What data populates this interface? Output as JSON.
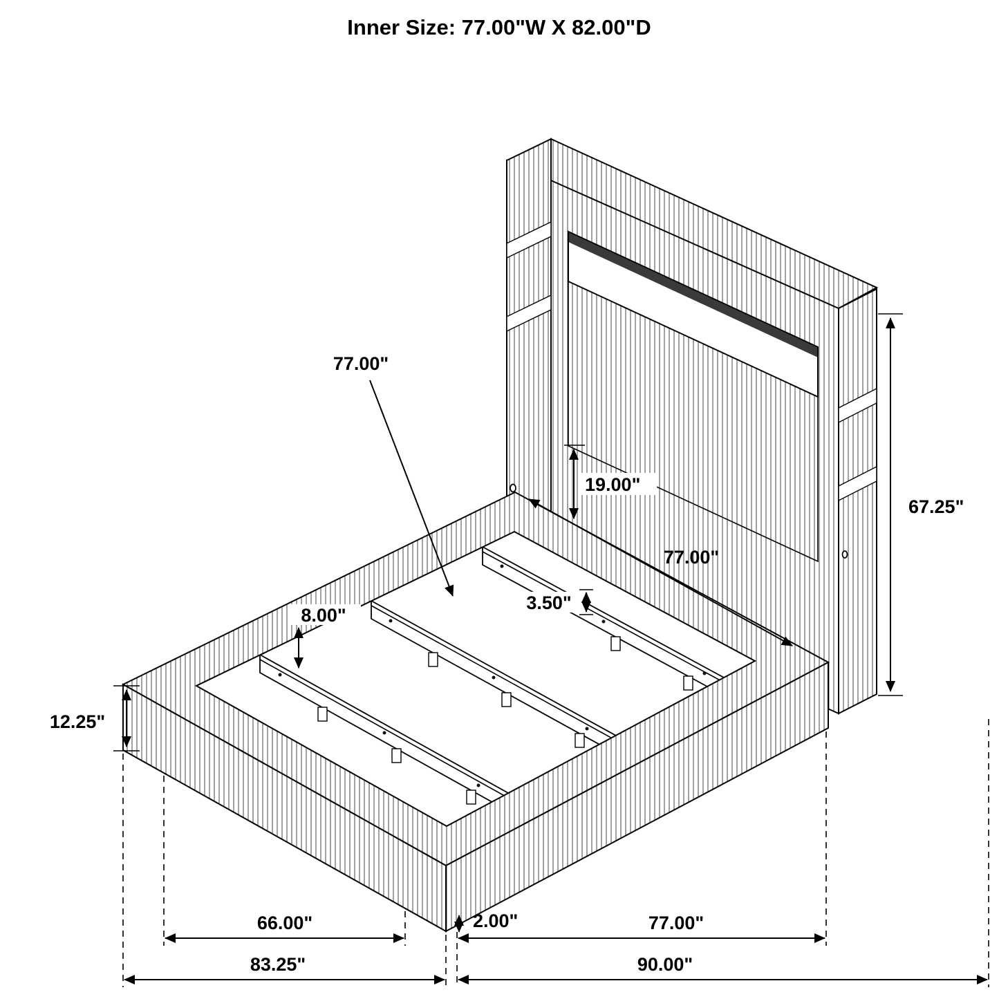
{
  "title": "Inner Size: 77.00\"W X 82.00\"D",
  "colors": {
    "line": "#000000",
    "flute_stripe": "#575757",
    "mirror_shadow": "#3a3a3a"
  },
  "dimensions": {
    "slat_length": "77.00\"",
    "headboard_panel_height": "19.00\"",
    "inner_width": "77.00\"",
    "slat_height": "3.50\"",
    "rail_height": "8.00\"",
    "headboard_height": "67.25\"",
    "base_height": "12.25\"",
    "footboard_inner_span": "66.00\"",
    "frame_offset": "2.00\"",
    "inner_depth_span": "77.00\"",
    "overall_width": "83.25\"",
    "overall_depth": "90.00\""
  }
}
